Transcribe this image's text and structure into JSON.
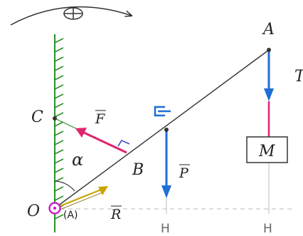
{
  "labels": {
    "point_a": "A",
    "point_b": "B",
    "point_c": "C",
    "point_o": "O",
    "angle_alpha": "α",
    "force_f": "F",
    "force_p": "P",
    "force_r": "R",
    "tension_t": "T",
    "mass_m": "M",
    "support_tag": "(A)",
    "dim_mark_1": "H",
    "dim_mark_2": "H"
  },
  "colors": {
    "structure": "#333333",
    "wall_hatch": "#2a8f2a",
    "force_f": "#e0246e",
    "force_p": "#1e6fd6",
    "tension": "#1e6fd6",
    "cable_lower": "#e0246e",
    "reaction_r": "#c9a400",
    "pin_support": "#cc22cc",
    "dimension": "#bbbbbb",
    "center_of_gravity": "#1e6fd6"
  },
  "icons": {
    "rotation_sign": "plus-in-circle-icon",
    "center_of_gravity": "center-of-gravity-icon",
    "right_angle": "right-angle-marker-icon"
  }
}
